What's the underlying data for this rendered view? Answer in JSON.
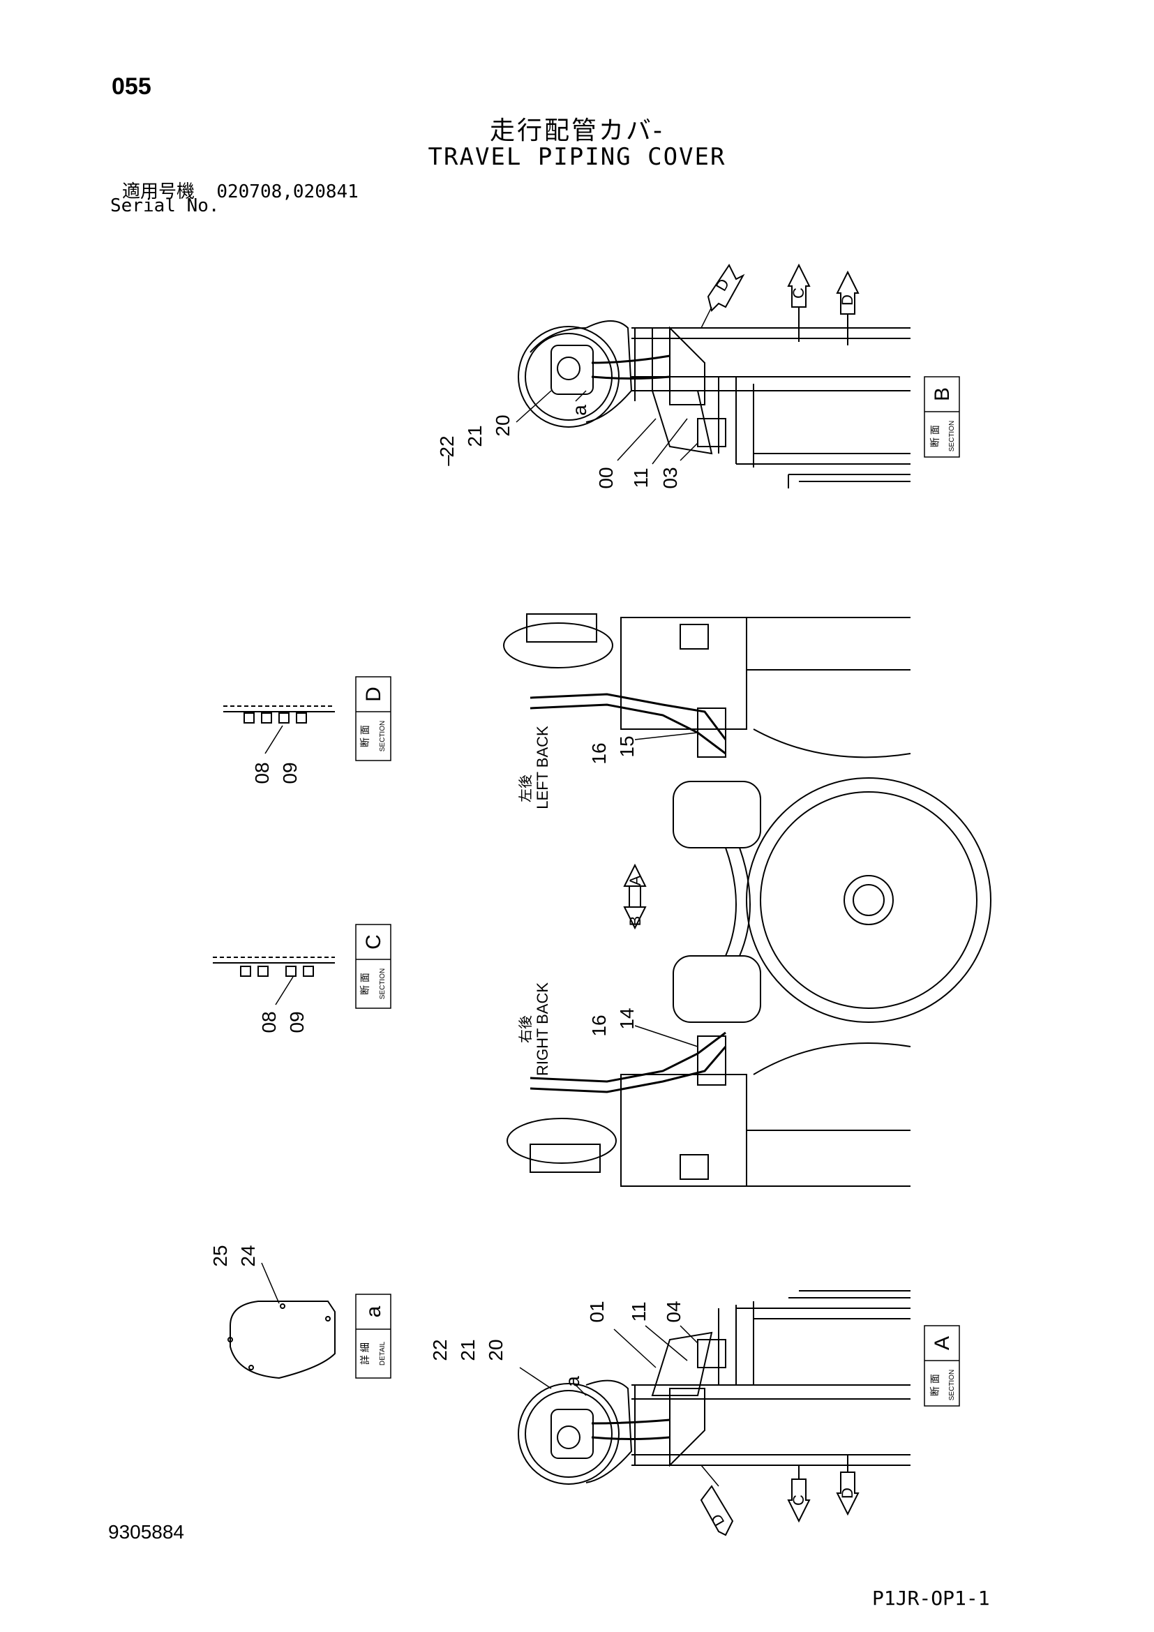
{
  "page": {
    "number": "055",
    "doc_number": "9305884",
    "sheet_code": "P1JR-OP1-1"
  },
  "title": {
    "japanese": "走行配管カバ-",
    "english": "TRAVEL PIPING COVER"
  },
  "serial": {
    "label_jp": "適用号機",
    "numbers": "020708,020841",
    "label_en": "Serial No."
  },
  "view_labels": {
    "left_back_jp": "左後",
    "left_back_en": "LEFT BACK",
    "right_back_jp": "右後",
    "right_back_en": "RIGHT BACK"
  },
  "sections": [
    {
      "letter": "B",
      "jp": "断 面",
      "en": "SECTION"
    },
    {
      "letter": "D",
      "jp": "断 面",
      "en": "SECTION"
    },
    {
      "letter": "C",
      "jp": "断 面",
      "en": "SECTION"
    },
    {
      "letter": "a",
      "jp": "詳 細",
      "en": "DETAIL"
    },
    {
      "letter": "A",
      "jp": "断 面",
      "en": "SECTION"
    }
  ],
  "callouts": {
    "top": [
      "22",
      "21",
      "20",
      "00",
      "11",
      "03",
      "a"
    ],
    "middle_left": [
      "16",
      "15"
    ],
    "middle_right": [
      "16",
      "14"
    ],
    "section_d": [
      "08",
      "09"
    ],
    "section_c": [
      "08",
      "09"
    ],
    "detail_a": [
      "25",
      "24"
    ],
    "bottom": [
      "22",
      "21",
      "20",
      "01",
      "11",
      "04",
      "a"
    ]
  },
  "arrows": [
    "D",
    "C",
    "D",
    "A",
    "B",
    "D",
    "C",
    "D"
  ]
}
